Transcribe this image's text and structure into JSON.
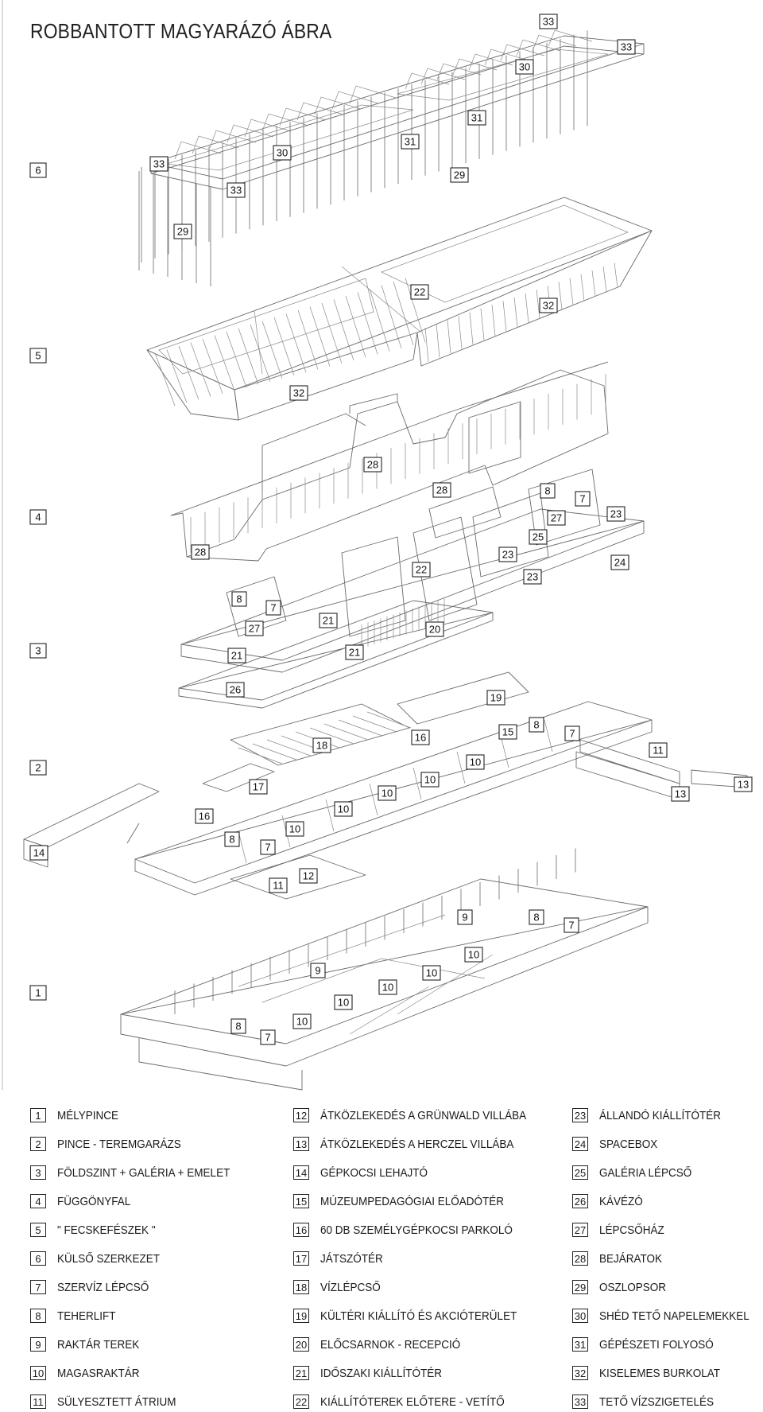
{
  "title": "ROBBANTOTT MAGYARÁZÓ ÁBRA",
  "levels": [
    "6",
    "5",
    "4",
    "3",
    "2",
    "1"
  ],
  "markers": [
    "33",
    "33",
    "30",
    "31",
    "31",
    "30",
    "33",
    "33",
    "29",
    "29",
    "22",
    "32",
    "32",
    "28",
    "28",
    "28",
    "8",
    "7",
    "27",
    "23",
    "25",
    "23",
    "23",
    "24",
    "22",
    "8",
    "7",
    "27",
    "21",
    "21",
    "21",
    "20",
    "26",
    "19",
    "18",
    "16",
    "15",
    "8",
    "7",
    "11",
    "17",
    "10",
    "10",
    "10",
    "10",
    "10",
    "16",
    "8",
    "7",
    "13",
    "13",
    "14",
    "12",
    "11",
    "9",
    "8",
    "7",
    "9",
    "10",
    "10",
    "10",
    "10",
    "10",
    "8",
    "7"
  ],
  "legend": [
    {
      "num": "1",
      "label": "MÉLYPINCE"
    },
    {
      "num": "2",
      "label": "PINCE - TEREMGARÁZS"
    },
    {
      "num": "3",
      "label": "FÖLDSZINT + GALÉRIA + EMELET"
    },
    {
      "num": "4",
      "label": "FÜGGÖNYFAL"
    },
    {
      "num": "5",
      "label": "\" FECSKEFÉSZEK \""
    },
    {
      "num": "6",
      "label": "KÜLSŐ SZERKEZET"
    },
    {
      "num": "7",
      "label": "SZERVÍZ LÉPCSŐ"
    },
    {
      "num": "8",
      "label": "TEHERLIFT"
    },
    {
      "num": "9",
      "label": "RAKTÁR TEREK"
    },
    {
      "num": "10",
      "label": "MAGASRAKTÁR"
    },
    {
      "num": "11",
      "label": "SÜLYESZTETT ÁTRIUM"
    },
    {
      "num": "12",
      "label": "ÁTKÖZLEKEDÉS A GRÜNWALD VILLÁBA"
    },
    {
      "num": "13",
      "label": "ÁTKÖZLEKEDÉS A HERCZEL VILLÁBA"
    },
    {
      "num": "14",
      "label": "GÉPKOCSI LEHAJTÓ"
    },
    {
      "num": "15",
      "label": "MÚZEUMPEDAGÓGIAI ELŐADÓTÉR"
    },
    {
      "num": "16",
      "label": "60 DB SZEMÉLYGÉPKOCSI PARKOLÓ"
    },
    {
      "num": "17",
      "label": "JÁTSZÓTÉR"
    },
    {
      "num": "18",
      "label": "VÍZLÉPCSŐ"
    },
    {
      "num": "19",
      "label": "KÜLTÉRI KIÁLLÍTÓ ÉS AKCIÓTERÜLET"
    },
    {
      "num": "20",
      "label": "ELŐCSARNOK - RECEPCIÓ"
    },
    {
      "num": "21",
      "label": "IDŐSZAKI KIÁLLÍTÓTÉR"
    },
    {
      "num": "22",
      "label": "KIÁLLÍTÓTEREK ELŐTERE - VETÍTŐ"
    },
    {
      "num": "23",
      "label": "ÁLLANDÓ KIÁLLÍTÓTÉR"
    },
    {
      "num": "24",
      "label": "SPACEBOX"
    },
    {
      "num": "25",
      "label": "GALÉRIA LÉPCSŐ"
    },
    {
      "num": "26",
      "label": "KÁVÉZÓ"
    },
    {
      "num": "27",
      "label": "LÉPCSŐHÁZ"
    },
    {
      "num": "28",
      "label": "BEJÁRATOK"
    },
    {
      "num": "29",
      "label": "OSZLOPSOR"
    },
    {
      "num": "30",
      "label": "SHÉD TETŐ NAPELEMEKKEL"
    },
    {
      "num": "31",
      "label": "GÉPÉSZETI FOLYOSÓ"
    },
    {
      "num": "32",
      "label": "KISELEMES BURKOLAT"
    },
    {
      "num": "33",
      "label": "TETŐ VÍZSZIGETELÉS"
    }
  ]
}
